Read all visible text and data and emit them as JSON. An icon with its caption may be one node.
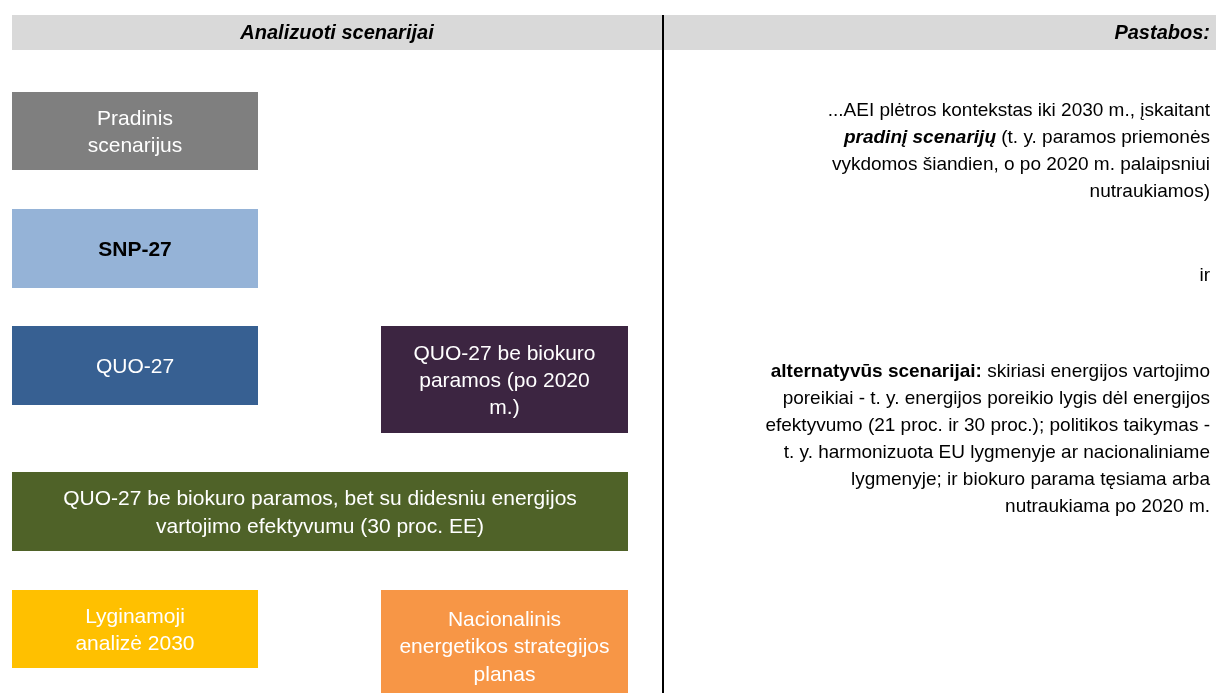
{
  "diagram": {
    "nodes": [
      {
        "text": [
          "Pradinis scenarijus"
        ]
      },
      {
        "text": [
          "SNP-27"
        ]
      },
      {
        "text": [
          "QUO-27"
        ]
      },
      {
        "text": [
          "QUO-27 be biokuro paramos (po 2020 m.)"
        ]
      },
      {
        "text": [
          "QUO-27 be biokuro paramos, bet su didesniu energijos vartojimo efektyvumu (30 proc. EE)"
        ]
      },
      {
        "text": [
          "Lyginamoji analizė 2030"
        ]
      },
      {
        "text": [
          "Nacionalinis energetikos strategijos planas"
        ]
      }
    ],
    "edges": [],
    "labels": [
      "Analizuoti scenarijai",
      "Pastabos:",
      "...AEI plėtros kontekstas iki 2030 m., įskaitant **pradinį scenarijų** (t. y. paramos priemonės vykdomos šiandien, o po 2020 m. palaipsniui nutraukiamos)",
      "ir",
      "**alternatyvūs scenarijai:** skiriasi energijos vartojimo poreikiai - t. y. energijos poreikio lygis dėl energijos efektyvumo (21 proc. ir 30 proc.); politikos taikymas - t. y. harmonizuota EU lygmenyje ar nacionaliniame lygmenyje; ir biokuro parama tęsiama arba nutraukiama po 2020 m."
    ]
  }
}
